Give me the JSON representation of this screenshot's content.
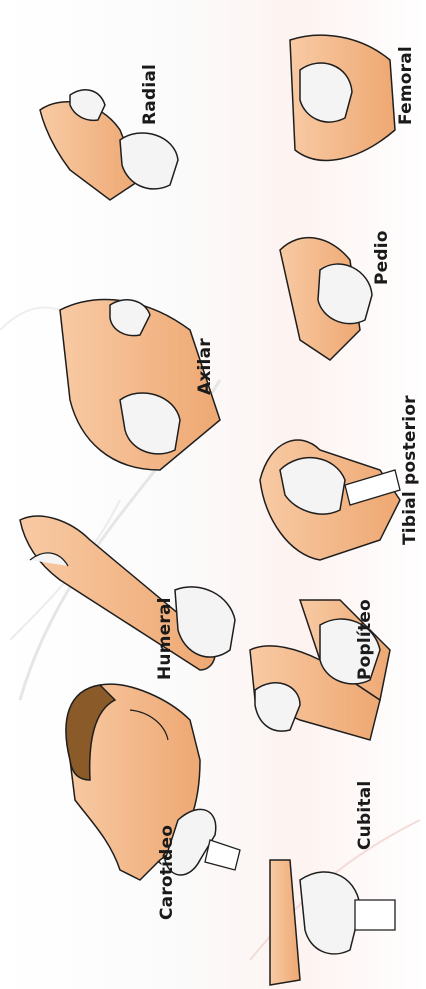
{
  "pulse_points": [
    {
      "id": "carotideo",
      "label": "Carotídeo"
    },
    {
      "id": "cubital",
      "label": "Cubital"
    },
    {
      "id": "humeral",
      "label": "Humeral"
    },
    {
      "id": "popliteo",
      "label": "Poplíteo"
    },
    {
      "id": "tibial-posterior",
      "label": "Tibial posterior"
    },
    {
      "id": "axilar",
      "label": "Axilar"
    },
    {
      "id": "pedio",
      "label": "Pedio"
    },
    {
      "id": "radial",
      "label": "Radial"
    },
    {
      "id": "femoral",
      "label": "Femoral"
    }
  ],
  "colors": {
    "skin": "#f6c196",
    "skin_shadow": "#d9905c",
    "outline": "#1e1e1e",
    "glove": "#f4f4f4",
    "hair": "#8a5a28"
  }
}
